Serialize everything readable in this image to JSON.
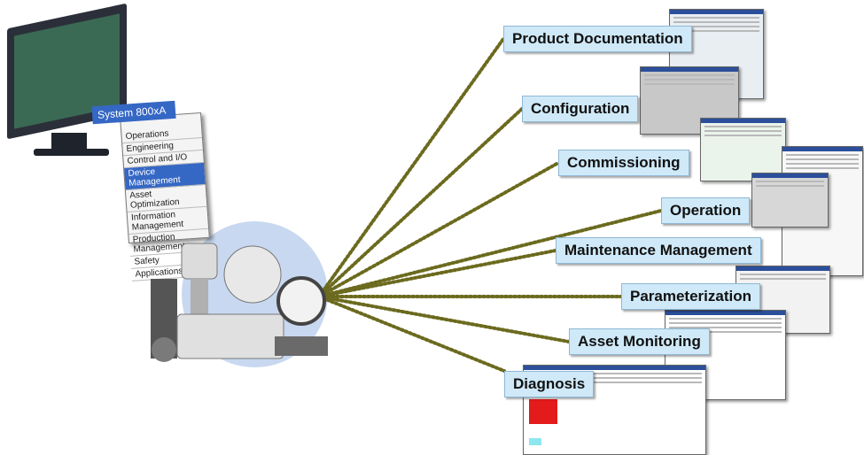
{
  "monitor": {
    "menu_title": "System 800xA",
    "menu_items": [
      {
        "label": "Operations",
        "selected": false
      },
      {
        "label": "Engineering",
        "selected": false
      },
      {
        "label": "Control and I/O",
        "selected": false
      },
      {
        "label": "Device Management",
        "selected": true
      },
      {
        "label": "Asset Optimization",
        "selected": false
      },
      {
        "label": "Information Management",
        "selected": false
      },
      {
        "label": "Production Management",
        "selected": false
      },
      {
        "label": "Safety",
        "selected": false
      },
      {
        "label": "Applications",
        "selected": false
      }
    ]
  },
  "topics": [
    {
      "id": "product-documentation",
      "label": "Product Documentation"
    },
    {
      "id": "configuration",
      "label": "Configuration"
    },
    {
      "id": "commissioning",
      "label": "Commissioning"
    },
    {
      "id": "operation",
      "label": "Operation"
    },
    {
      "id": "maintenance-management",
      "label": "Maintenance Management"
    },
    {
      "id": "parameterization",
      "label": "Parameterization"
    },
    {
      "id": "asset-monitoring",
      "label": "Asset Monitoring"
    },
    {
      "id": "diagnosis",
      "label": "Diagnosis"
    }
  ],
  "colors": {
    "label_fill": "#cfe9f8",
    "connector": "#6b6a1e",
    "device_circle": "#c8d8f0",
    "menu_highlight": "#3567c4"
  }
}
